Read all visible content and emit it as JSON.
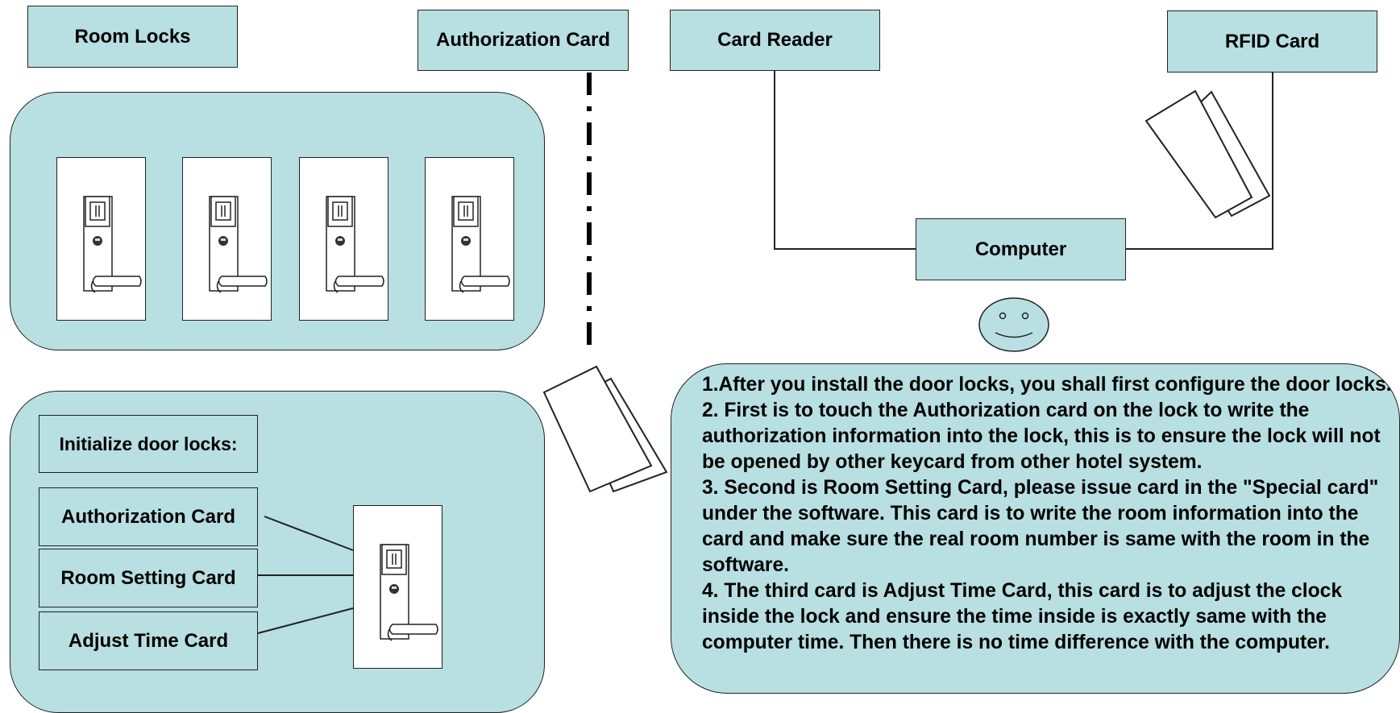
{
  "labels": {
    "room_locks": "Room Locks",
    "authorization_card": "Authorization Card",
    "card_reader": "Card Reader",
    "rfid_card": "RFID Card",
    "computer": "Computer"
  },
  "init_panel": {
    "title": "Initialize door locks:",
    "cards": [
      "Authorization Card",
      "Room Setting Card",
      "Adjust Time Card"
    ]
  },
  "instructions": [
    "1.After you install the door locks, you shall first configure the door locks.",
    "2. First is to touch the Authorization card on the lock to write the authorization information into the lock, this is to ensure the lock will not be opened by other keycard from other hotel system.",
    "3. Second is Room Setting Card, please issue card in the \"Special card\" under the software. This card is to write the room information into the card and make sure the real room number is same with the room in the software.",
    "4. The third card is Adjust Time Card, this card is to adjust the clock inside the lock and ensure the time inside is exactly same with the computer time. Then there is no time difference with the computer."
  ],
  "colors": {
    "panel_fill": "#b8dfe2",
    "stroke": "#222222"
  },
  "icons": [
    "door-lock-icon",
    "keycard-icon",
    "smiley-face-icon"
  ]
}
